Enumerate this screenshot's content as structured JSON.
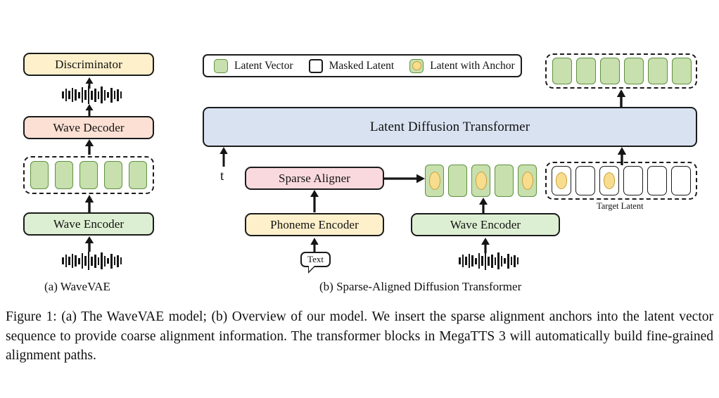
{
  "figure": {
    "caption": "Figure 1:  (a) The WaveVAE model; (b) Overview of our model.  We insert the sparse alignment anchors into the latent vector sequence to provide coarse alignment information.  The transformer blocks in MegaTTS 3 will automatically build fine-grained alignment paths.",
    "subcaption_a": "(a) WaveVAE",
    "subcaption_b": "(b) Sparse-Aligned Diffusion Transformer"
  },
  "colors": {
    "yellow": "#fdf0cb",
    "peach": "#fbe0d3",
    "green": "#ddefd2",
    "pink": "#f9d9de",
    "blue": "#d9e2f1",
    "token_green_fill": "#c7e0ae",
    "token_green_border": "#5f9140",
    "anchor_fill": "#f8dd8e",
    "anchor_border": "#c9a13c",
    "stroke": "#1b1b1b"
  },
  "legend": {
    "items": [
      {
        "label": "Latent Vector",
        "swatch": "green-square"
      },
      {
        "label": "Masked Latent",
        "swatch": "white-square"
      },
      {
        "label": "Latent with Anchor",
        "swatch": "green-square-with-anchor"
      }
    ]
  },
  "panel_a": {
    "title": "(a) WaveVAE",
    "blocks": [
      {
        "label": "Discriminator",
        "color": "yellow"
      },
      {
        "label": "Wave Decoder",
        "color": "peach"
      },
      {
        "label": "Wave Encoder",
        "color": "green"
      }
    ],
    "latent_row": {
      "count": 5,
      "tokens": [
        "latent",
        "latent",
        "latent",
        "latent",
        "latent"
      ]
    },
    "waveform_top_bars": [
      10,
      18,
      12,
      20,
      16,
      9,
      22,
      14,
      26,
      13,
      19,
      11,
      24,
      15,
      8,
      21,
      12,
      17,
      10
    ],
    "waveform_bottom_bars": [
      10,
      18,
      12,
      20,
      16,
      9,
      22,
      14,
      26,
      13,
      19,
      11,
      24,
      15,
      8,
      21,
      12,
      17,
      10
    ]
  },
  "panel_b": {
    "title": "(b) Sparse-Aligned Diffusion Transformer",
    "transformer": {
      "label": "Latent Diffusion Transformer",
      "color": "blue"
    },
    "timestep_label": "t",
    "blocks": [
      {
        "label": "Sparse Aligner",
        "color": "pink"
      },
      {
        "label": "Phoneme Encoder",
        "color": "yellow"
      },
      {
        "label": "Wave Encoder",
        "color": "green"
      }
    ],
    "text_bubble": "Text",
    "output_row": {
      "count": 6,
      "tokens": [
        "latent",
        "latent",
        "latent",
        "latent",
        "latent",
        "latent"
      ]
    },
    "prompt_row": {
      "count": 5,
      "tokens": [
        "anchor",
        "latent",
        "anchor",
        "latent",
        "anchor"
      ]
    },
    "target_latent": {
      "label": "Target Latent",
      "count": 6,
      "tokens": [
        "masked-anchor",
        "masked",
        "masked-anchor",
        "masked",
        "masked",
        "masked"
      ]
    },
    "waveform_bars": [
      10,
      18,
      12,
      20,
      16,
      9,
      22,
      14,
      26,
      13,
      19,
      11,
      24,
      15,
      8,
      21,
      12,
      17,
      10
    ]
  }
}
